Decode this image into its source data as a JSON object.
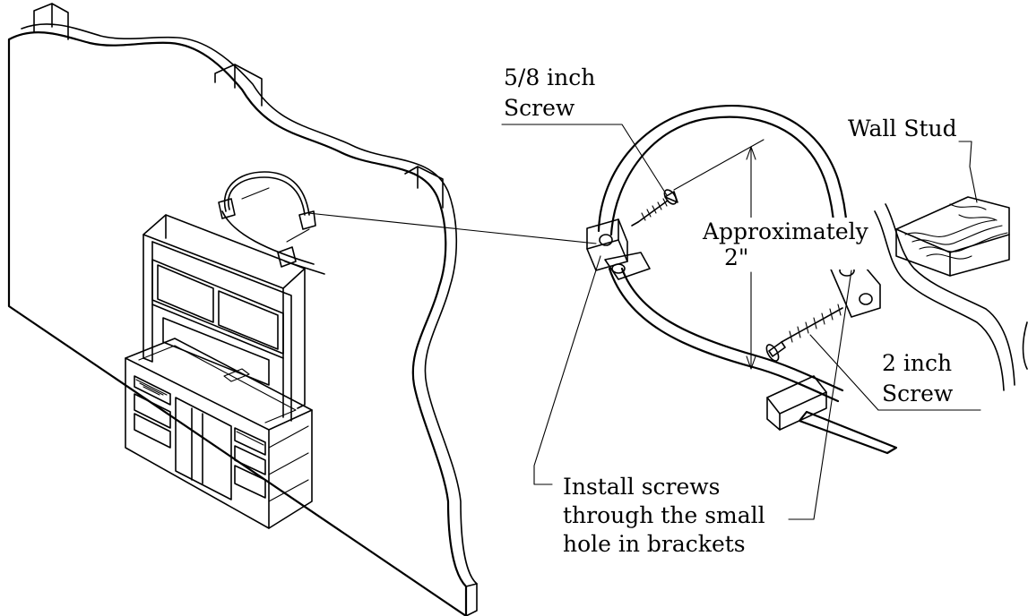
{
  "labels": {
    "screw_small_line1": "5/8 inch",
    "screw_small_line2": "Screw",
    "wall_stud": "Wall Stud",
    "approx_line1": "Approximately",
    "approx_line2": "2\"",
    "screw_large_line1": "2 inch",
    "screw_large_line2": "Screw",
    "install_line1": "Install screws",
    "install_line2": "through the small",
    "install_line3": "hole in brackets"
  }
}
